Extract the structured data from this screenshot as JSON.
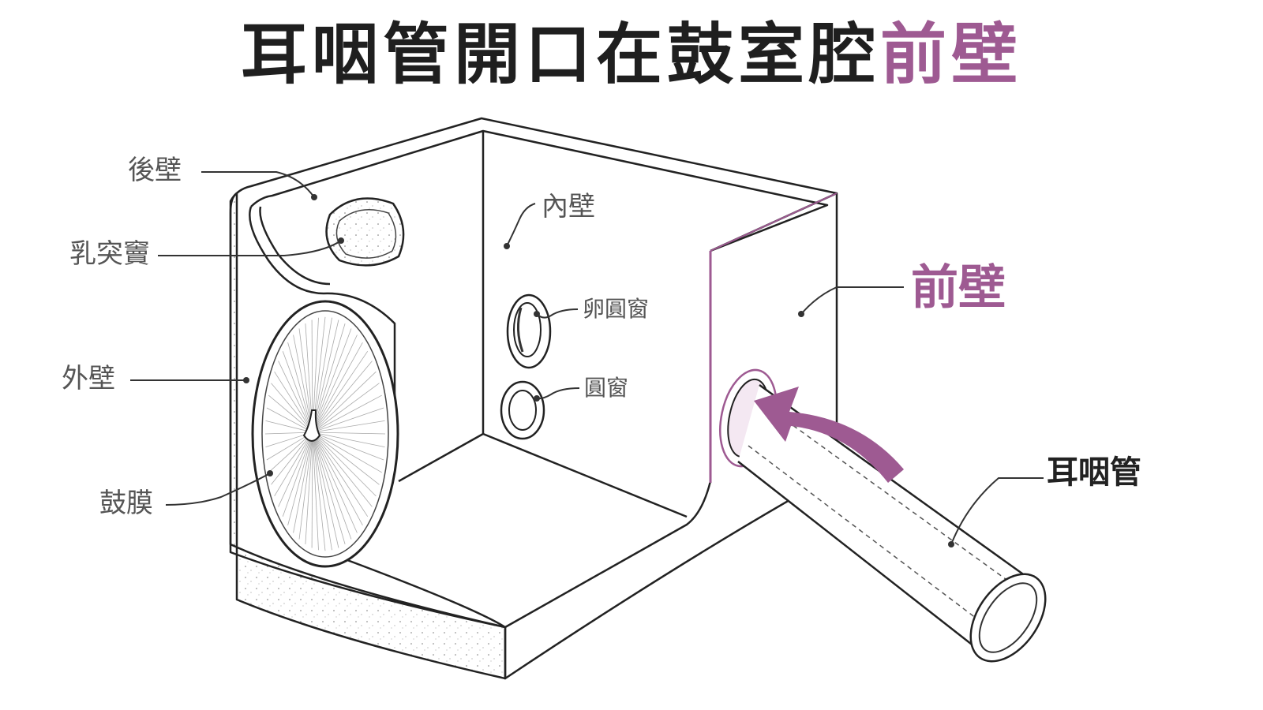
{
  "title": {
    "main": "耳咽管開口在鼓室腔",
    "accent": "前壁"
  },
  "labels": {
    "posterior_wall": "後壁",
    "mastoid_antrum": "乳突竇",
    "lateral_wall": "外壁",
    "tympanic_membrane": "鼓膜",
    "medial_wall": "內壁",
    "oval_window": "卵圓窗",
    "round_window": "圓窗",
    "anterior_wall": "前壁",
    "eustachian_tube": "耳咽管"
  },
  "colors": {
    "accent": "#9e5a92",
    "ink": "#222222",
    "label": "#555555"
  }
}
